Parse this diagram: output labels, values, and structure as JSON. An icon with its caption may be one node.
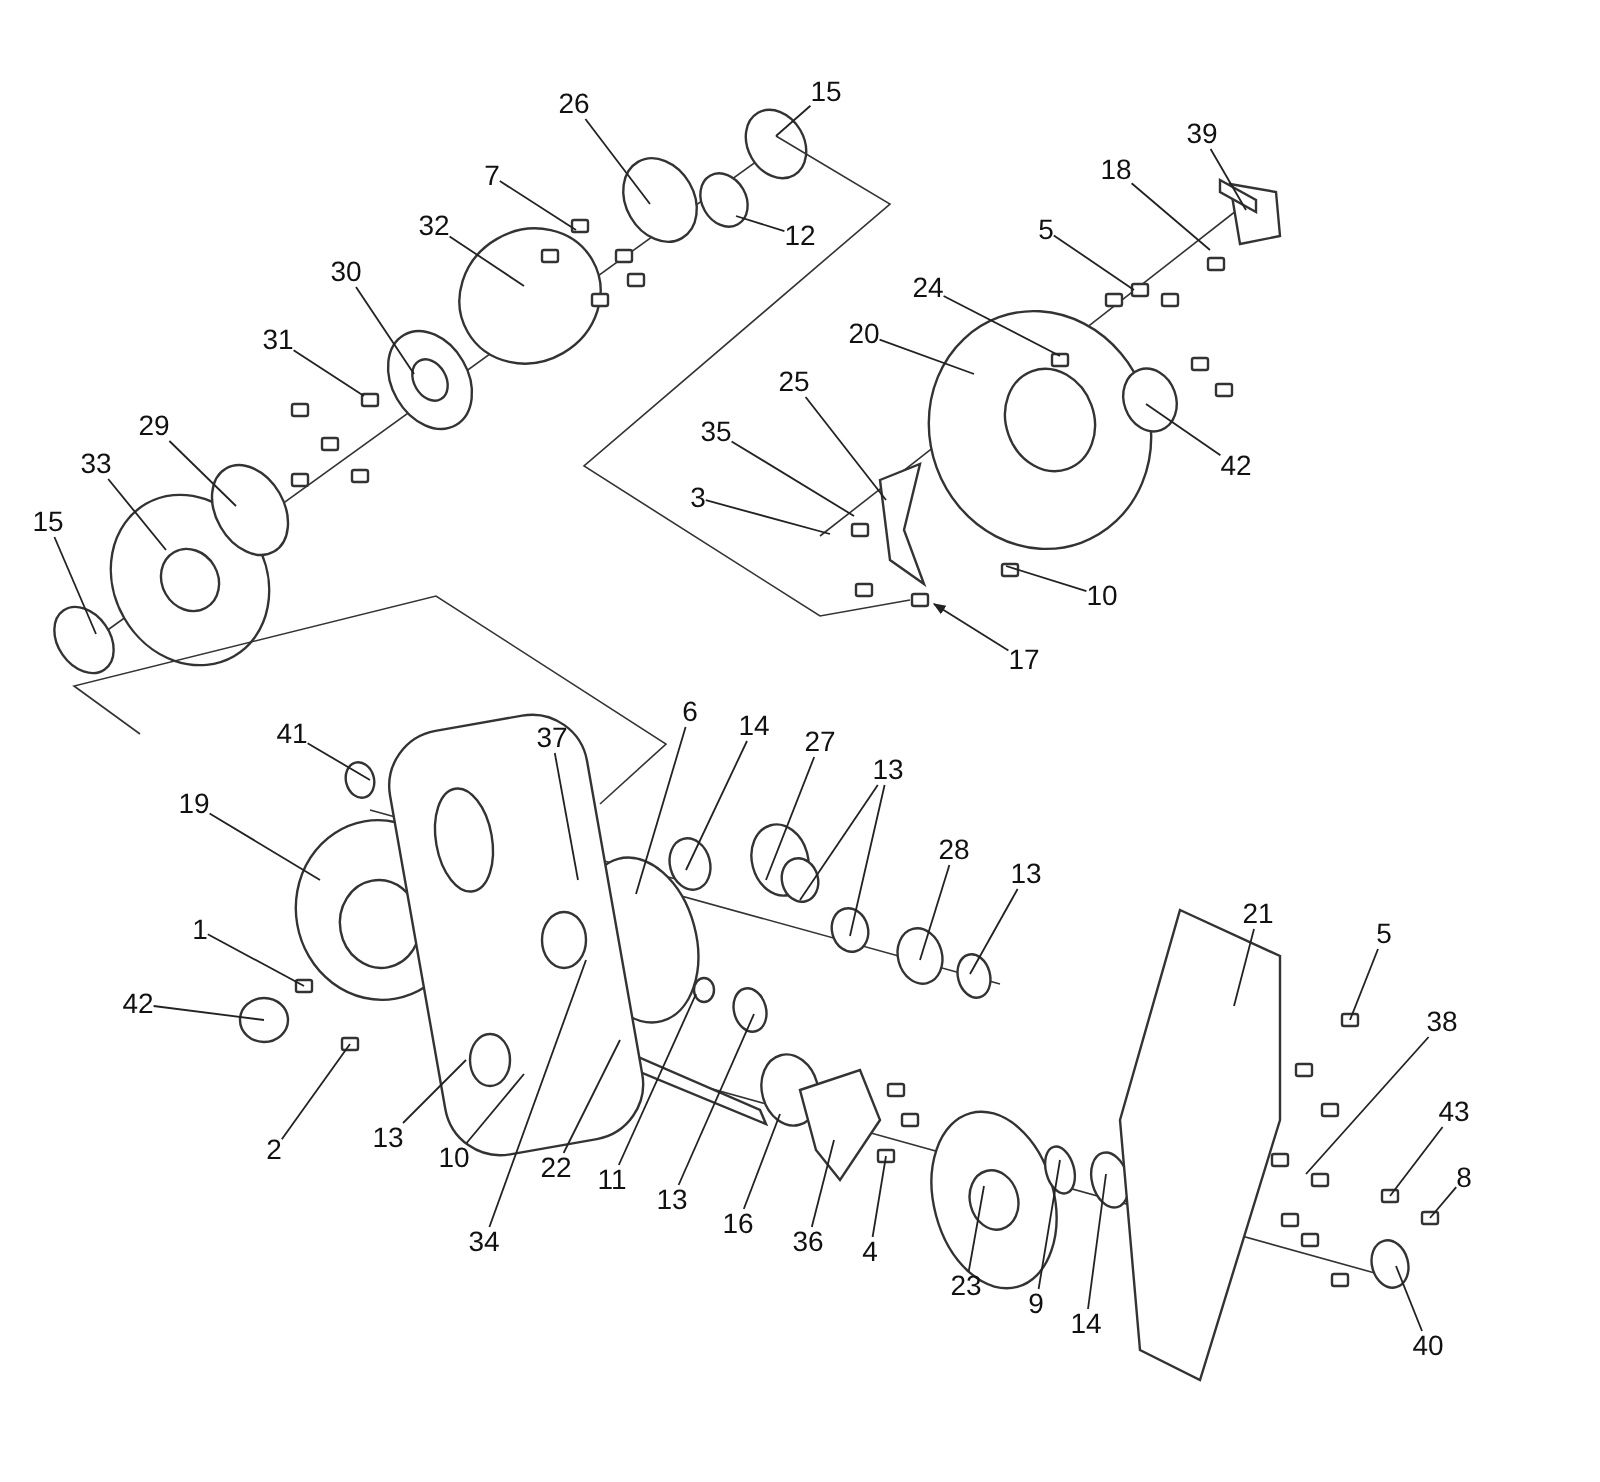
{
  "diagram": {
    "nodes": [
      {
        "text": [
          "15"
        ]
      },
      {
        "text": [
          "26"
        ]
      },
      {
        "text": [
          "39"
        ]
      },
      {
        "text": [
          "18"
        ]
      },
      {
        "text": [
          "7"
        ]
      },
      {
        "text": [
          "32"
        ]
      },
      {
        "text": [
          "5"
        ]
      },
      {
        "text": [
          "12"
        ]
      },
      {
        "text": [
          "30"
        ]
      },
      {
        "text": [
          "24"
        ]
      },
      {
        "text": [
          "20"
        ]
      },
      {
        "text": [
          "31"
        ]
      },
      {
        "text": [
          "25"
        ]
      },
      {
        "text": [
          "29"
        ]
      },
      {
        "text": [
          "35"
        ]
      },
      {
        "text": [
          "33"
        ]
      },
      {
        "text": [
          "42"
        ]
      },
      {
        "text": [
          "3"
        ]
      },
      {
        "text": [
          "15"
        ]
      },
      {
        "text": [
          "10"
        ]
      },
      {
        "text": [
          "17"
        ]
      },
      {
        "text": [
          "6"
        ]
      },
      {
        "text": [
          "14"
        ]
      },
      {
        "text": [
          "41"
        ]
      },
      {
        "text": [
          "37"
        ]
      },
      {
        "text": [
          "27"
        ]
      },
      {
        "text": [
          "13"
        ]
      },
      {
        "text": [
          "19"
        ]
      },
      {
        "text": [
          "28"
        ]
      },
      {
        "text": [
          "13"
        ]
      },
      {
        "text": [
          "21"
        ]
      },
      {
        "text": [
          "1"
        ]
      },
      {
        "text": [
          "5"
        ]
      },
      {
        "text": [
          "42"
        ]
      },
      {
        "text": [
          "38"
        ]
      },
      {
        "text": [
          "43"
        ]
      },
      {
        "text": [
          "13"
        ]
      },
      {
        "text": [
          "2"
        ]
      },
      {
        "text": [
          "10"
        ]
      },
      {
        "text": [
          "22"
        ]
      },
      {
        "text": [
          "8"
        ]
      },
      {
        "text": [
          "11"
        ]
      },
      {
        "text": [
          "13"
        ]
      },
      {
        "text": [
          "16"
        ]
      },
      {
        "text": [
          "34"
        ]
      },
      {
        "text": [
          "36"
        ]
      },
      {
        "text": [
          "4"
        ]
      },
      {
        "text": [
          "23"
        ]
      },
      {
        "text": [
          "9"
        ]
      },
      {
        "text": [
          "14"
        ]
      },
      {
        "text": [
          "40"
        ]
      }
    ],
    "edges": [
      {
        "from": 0,
        "to": null,
        "arrow": "none"
      },
      {
        "from": 1,
        "to": null,
        "arrow": "none"
      },
      {
        "from": 2,
        "to": null,
        "arrow": "none"
      },
      {
        "from": 3,
        "to": null,
        "arrow": "none"
      },
      {
        "from": 4,
        "to": null,
        "arrow": "none"
      },
      {
        "from": 5,
        "to": null,
        "arrow": "none"
      },
      {
        "from": 6,
        "to": null,
        "arrow": "none"
      },
      {
        "from": 7,
        "to": null,
        "arrow": "none"
      },
      {
        "from": 8,
        "to": null,
        "arrow": "none"
      },
      {
        "from": 9,
        "to": null,
        "arrow": "none"
      },
      {
        "from": 10,
        "to": null,
        "arrow": "none"
      },
      {
        "from": 11,
        "to": null,
        "arrow": "none"
      },
      {
        "from": 12,
        "to": null,
        "arrow": "none"
      },
      {
        "from": 13,
        "to": null,
        "arrow": "none"
      },
      {
        "from": 14,
        "to": null,
        "arrow": "none"
      },
      {
        "from": 15,
        "to": null,
        "arrow": "none"
      },
      {
        "from": 16,
        "to": null,
        "arrow": "none"
      },
      {
        "from": 17,
        "to": null,
        "arrow": "none"
      },
      {
        "from": 18,
        "to": null,
        "arrow": "none"
      },
      {
        "from": 19,
        "to": null,
        "arrow": "none"
      },
      {
        "from": 20,
        "to": null,
        "arrow": "to"
      },
      {
        "from": 21,
        "to": null,
        "arrow": "none"
      },
      {
        "from": 22,
        "to": null,
        "arrow": "none"
      },
      {
        "from": 23,
        "to": null,
        "arrow": "none"
      },
      {
        "from": 24,
        "to": null,
        "arrow": "none"
      },
      {
        "from": 25,
        "to": null,
        "arrow": "none"
      },
      {
        "from": 26,
        "to": null,
        "arrow": "none"
      },
      {
        "from": 26,
        "to": null,
        "arrow": "none"
      },
      {
        "from": 27,
        "to": null,
        "arrow": "none"
      },
      {
        "from": 28,
        "to": null,
        "arrow": "none"
      },
      {
        "from": 29,
        "to": null,
        "arrow": "none"
      },
      {
        "from": 30,
        "to": null,
        "arrow": "none"
      },
      {
        "from": 31,
        "to": null,
        "arrow": "none"
      },
      {
        "from": 32,
        "to": null,
        "arrow": "none"
      },
      {
        "from": 33,
        "to": null,
        "arrow": "none"
      },
      {
        "from": 34,
        "to": null,
        "arrow": "none"
      },
      {
        "from": 35,
        "to": null,
        "arrow": "none"
      },
      {
        "from": 36,
        "to": null,
        "arrow": "none"
      },
      {
        "from": 37,
        "to": null,
        "arrow": "none"
      },
      {
        "from": 38,
        "to": null,
        "arrow": "none"
      },
      {
        "from": 39,
        "to": null,
        "arrow": "none"
      },
      {
        "from": 40,
        "to": null,
        "arrow": "none"
      },
      {
        "from": 41,
        "to": null,
        "arrow": "none"
      },
      {
        "from": 42,
        "to": null,
        "arrow": "none"
      },
      {
        "from": 43,
        "to": null,
        "arrow": "none"
      },
      {
        "from": 44,
        "to": null,
        "arrow": "none"
      },
      {
        "from": 45,
        "to": null,
        "arrow": "none"
      },
      {
        "from": 46,
        "to": null,
        "arrow": "none"
      },
      {
        "from": 47,
        "to": null,
        "arrow": "none"
      },
      {
        "from": 48,
        "to": null,
        "arrow": "none"
      },
      {
        "from": 49,
        "to": null,
        "arrow": "none"
      },
      {
        "from": 50,
        "to": null,
        "arrow": "none"
      }
    ]
  }
}
